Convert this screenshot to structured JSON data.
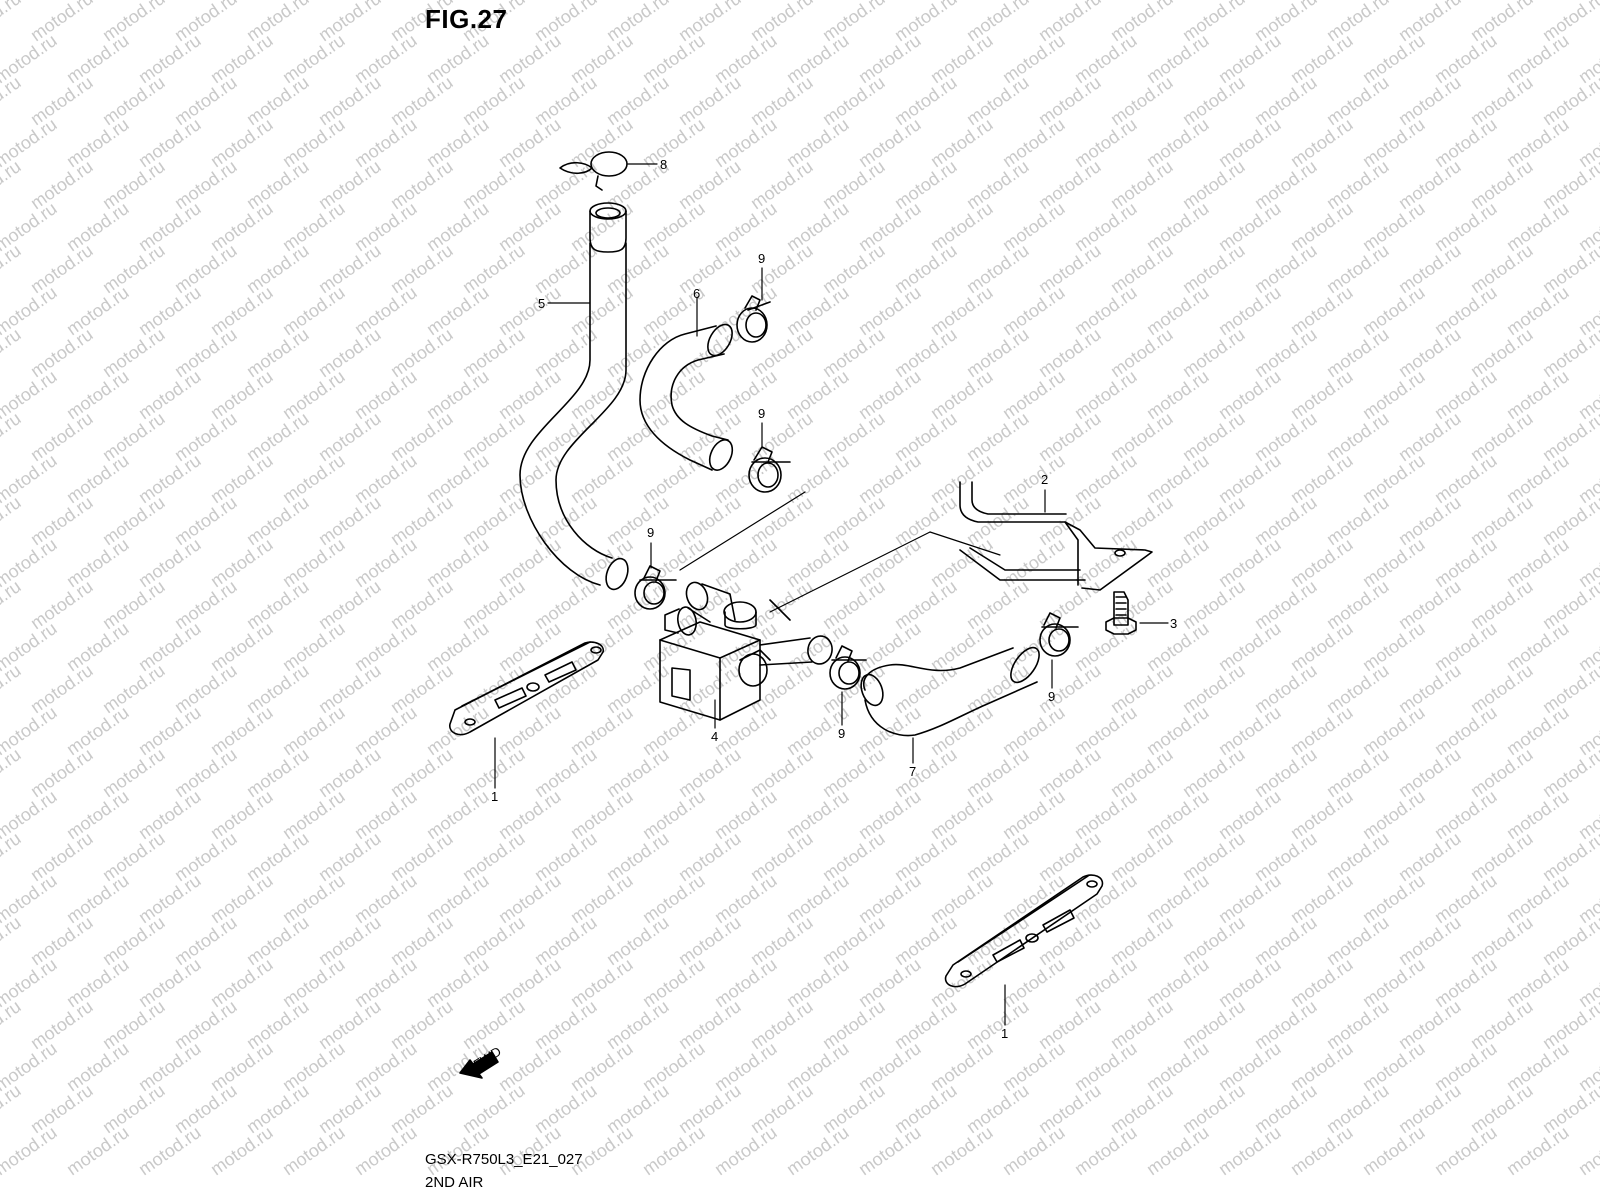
{
  "figure": {
    "title": "FIG.27",
    "model_code": "GSX-R750L3_E21_027",
    "section": "2ND AIR",
    "watermark": "motod.ru",
    "fwd_label": "FWD"
  },
  "callouts": {
    "c1a": "1",
    "c1b": "1",
    "c2": "2",
    "c3": "3",
    "c4": "4",
    "c5": "5",
    "c6": "6",
    "c7": "7",
    "c8": "8",
    "c9a": "9",
    "c9b": "9",
    "c9c": "9",
    "c9d": "9",
    "c9e": "9"
  },
  "colors": {
    "line": "#000000",
    "watermark": "#c9c9c9",
    "background": "#ffffff"
  }
}
